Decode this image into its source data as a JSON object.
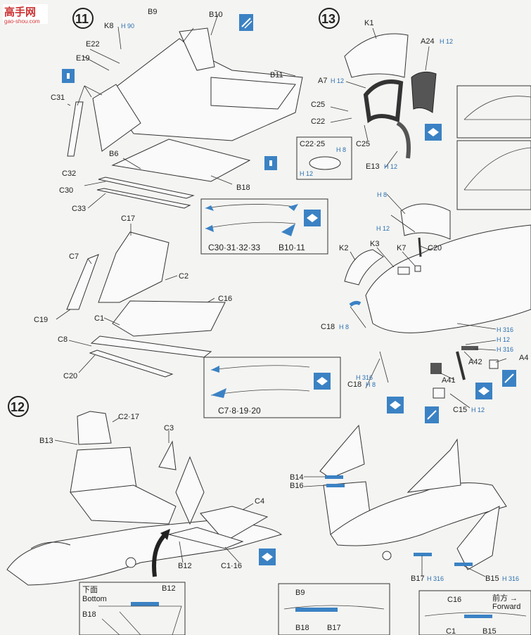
{
  "watermark": {
    "title": "高手网",
    "url": "gao-shou.com"
  },
  "steps": {
    "s11": {
      "number": "11"
    },
    "s12": {
      "number": "12"
    },
    "s13": {
      "number": "13"
    }
  },
  "labels": {
    "K8": "K8",
    "B9": "B9",
    "B10": "B10",
    "E22": "E22",
    "E19": "E19",
    "B11": "B11",
    "C31": "C31",
    "C32": "C32",
    "B6": "B6",
    "B18": "B18",
    "C30": "C30",
    "C33": "C33",
    "cap1": "C30·31·32·33",
    "cap2": "B10·11",
    "C17": "C17",
    "C7": "C7",
    "C2": "C2",
    "C16": "C16",
    "C19": "C19",
    "C1": "C1",
    "C8": "C8",
    "C20": "C20",
    "cap3": "C7·8·19·20",
    "K1": "K1",
    "A24": "A24",
    "A7": "A7",
    "C25a": "C25",
    "C22": "C22",
    "C25b": "C25",
    "E13": "E13",
    "C22_25": "C22·25",
    "C20b": "C20",
    "K2": "K2",
    "K3": "K3",
    "K7": "K7",
    "C18a": "C18",
    "C18b": "C18",
    "A42": "A42",
    "A4x": "A4",
    "A41": "A41",
    "C15": "C15",
    "C2_17": "C2·17",
    "B13": "B13",
    "C3": "C3",
    "C4": "C4",
    "B12": "B12",
    "C1_16": "C1·16",
    "B14": "B14",
    "B16": "B16",
    "B17": "B17",
    "B15": "B15",
    "bottom_jp": "下面",
    "bottom_en": "Bottom",
    "B12b": "B12",
    "B18b": "B18",
    "B9b": "B9",
    "B18c": "B18",
    "B17b": "B17",
    "fwd_jp": "前方 →",
    "fwd_en": "Forward",
    "C16b": "C16",
    "C1b": "C1",
    "B15b": "B15"
  },
  "hcodes": {
    "h90": "H 90",
    "h12": "H 12",
    "h8": "H 8",
    "h316": "H 316"
  },
  "colors": {
    "accent_blue": "#3b82c4",
    "line": "#333333",
    "paper": "#f4f4f2"
  }
}
